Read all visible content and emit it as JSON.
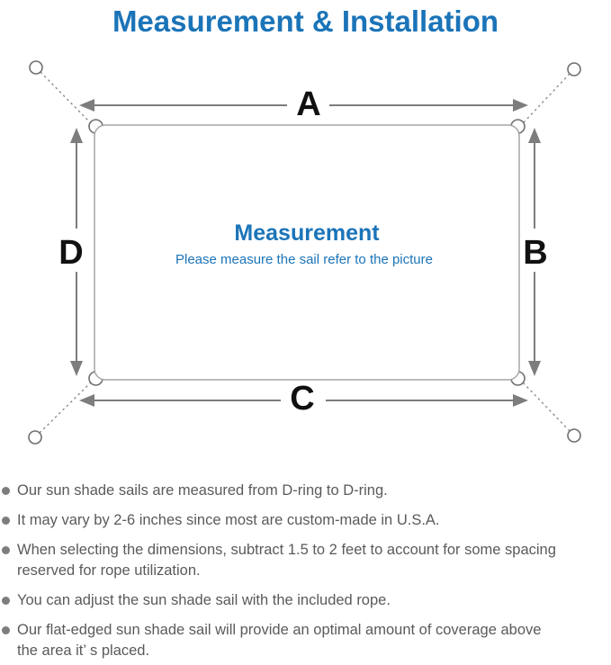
{
  "title": "Measurement & Installation",
  "diagram": {
    "heading": "Measurement",
    "subheading": "Please measure the sail refer to the picture",
    "labels": {
      "top": "A",
      "right": "B",
      "bottom": "C",
      "left": "D"
    }
  },
  "notes": [
    "Our sun shade sails are measured from D-ring to D-ring.",
    "It may vary by 2-6 inches since most are custom-made in U.S.A.",
    "When selecting the dimensions, subtract 1.5 to 2 feet to account for some spacing\nreserved for rope utilization.",
    "You can adjust the sun shade sail with the included rope.",
    "Our flat-edged sun shade sail will provide an optimal amount of coverage above\nthe area it’ s placed."
  ],
  "colors": {
    "accent_blue": "#1b74b8",
    "label_black": "#111111",
    "note_gray": "#5a5a5a",
    "line_gray": "#7d7d7d"
  }
}
